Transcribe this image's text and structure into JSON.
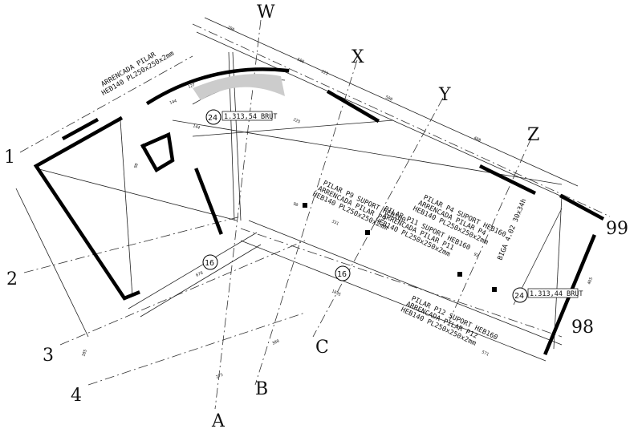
{
  "axes": {
    "top": [
      "W",
      "X",
      "Y",
      "Z"
    ],
    "bottom": [
      "A",
      "B",
      "C"
    ],
    "left": [
      "1",
      "2",
      "3",
      "4"
    ],
    "right": [
      "99",
      "98"
    ]
  },
  "levels": {
    "upper": "1.313,54 BRUT",
    "lower": "1.313,44 BRUT"
  },
  "markers": {
    "slab_top": "24",
    "slab_bottom": "24",
    "section_left": "16",
    "section_mid": "16"
  },
  "beam": "BIGA 4.02 30x34h",
  "notes": {
    "arrencada_top": [
      "ARRENCADA PILAR",
      "HEB140 PL250x250x2mm"
    ],
    "p9": [
      "PILAR P9 SUPORT HEB160",
      "ARRENCADA PILAR P9",
      "HEB140 PL250x250x2mm"
    ],
    "p11": [
      "PILAR P11 SUPORT HEB160",
      "ARRENCADA PILAR P11",
      "HEB140 PL250x250x2mm"
    ],
    "p4": [
      "PILAR P4 SUPORT HEB160",
      "ARRENCADA PILAR P4",
      "HEB140 PL250x250x2mm"
    ],
    "p12": [
      "PILAR P12 SUPORT HEB160",
      "ARRENCADA PILAR P12",
      "HEB140 PL250x250x2mm"
    ]
  },
  "dimensions": [
    "280",
    "506",
    "222",
    "500",
    "408",
    "225",
    "144",
    "144",
    "127",
    "90",
    "92",
    "331",
    "1035",
    "571",
    "275",
    "380",
    "678",
    "405",
    "185",
    "90"
  ]
}
